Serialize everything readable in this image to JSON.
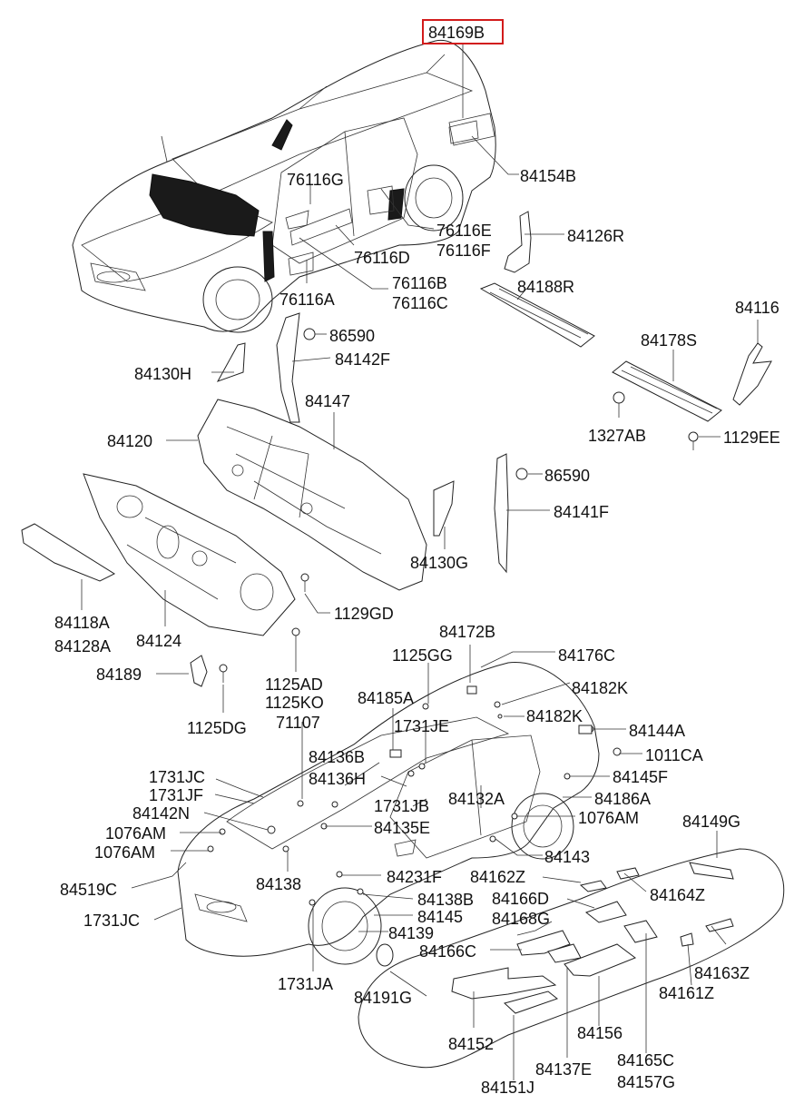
{
  "highlight": {
    "part": "84169B",
    "color": "#d21b1b"
  },
  "labels": {
    "p84169B": "84169B",
    "p84154B": "84154B",
    "p76116G": "76116G",
    "p76116E": "76116E",
    "p76116F": "76116F",
    "p84126R": "84126R",
    "p76116D": "76116D",
    "p76116B": "76116B",
    "p76116C": "76116C",
    "p76116A": "76116A",
    "p84188R": "84188R",
    "p84116": "84116",
    "p86590a": "86590",
    "p84142F": "84142F",
    "p84130H": "84130H",
    "p84178S": "84178S",
    "p84147": "84147",
    "p84120": "84120",
    "p1327AB": "1327AB",
    "p1129EE": "1129EE",
    "p86590b": "86590",
    "p84141F": "84141F",
    "p84130G": "84130G",
    "p1129GD": "1129GD",
    "p84118A": "84118A",
    "p84128A": "84128A",
    "p84124": "84124",
    "p84172B": "84172B",
    "p1125GG": "1125GG",
    "p84176C": "84176C",
    "p84189": "84189",
    "p1125AD": "1125AD",
    "p1125KO": "1125KO",
    "p84185A": "84185A",
    "p84182Ka": "84182K",
    "p71107": "71107",
    "p84182Kb": "84182K",
    "p1125DG": "1125DG",
    "p1731JEa": "1731JE",
    "p84144A": "84144A",
    "p84136B": "84136B",
    "p1011CA": "1011CA",
    "p1731JCa": "1731JC",
    "p84136H": "84136H",
    "p84145F": "84145F",
    "p1731JF": "1731JF",
    "p84132A": "84132A",
    "p84186A": "84186A",
    "p84142N": "84142N",
    "p1731JB": "1731JB",
    "p84135E": "84135E",
    "p1076AMr": "1076AM",
    "p84149G": "84149G",
    "p1076AMa": "1076AM",
    "p1076AMb": "1076AM",
    "p84143": "84143",
    "p84138": "84138",
    "p84231F": "84231F",
    "p84162Z": "84162Z",
    "p84519C": "84519C",
    "p84164Z": "84164Z",
    "p84138B": "84138B",
    "p84166D": "84166D",
    "p1731JCb": "1731JC",
    "p84145": "84145",
    "p84168G": "84168G",
    "p84139": "84139",
    "p84166C": "84166C",
    "p84163Z": "84163Z",
    "p1731JA": "1731JA",
    "p84191G": "84191G",
    "p84161Z": "84161Z",
    "p84152": "84152",
    "p84156": "84156",
    "p84165C": "84165C",
    "p84137E": "84137E",
    "p84157G": "84157G",
    "p84151J": "84151J"
  }
}
